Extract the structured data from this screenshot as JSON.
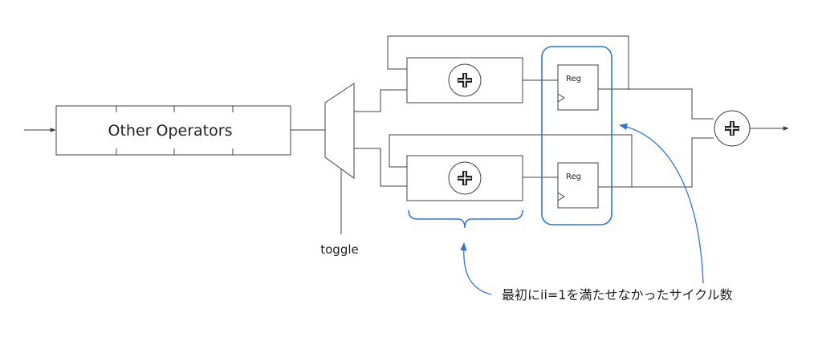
{
  "diagram": {
    "operators_label": "Other Operators",
    "toggle_label": "toggle",
    "reg_top_label": "Reg",
    "reg_bottom_label": "Reg",
    "annotation": "最初にii=1を満たせなかったサイクル数"
  },
  "colors": {
    "line": "#404040",
    "accent": "#2e75d6"
  },
  "icons": [
    "plus-circle-icon",
    "arrow-right-icon",
    "clock-triangle-icon",
    "curly-brace-icon"
  ]
}
